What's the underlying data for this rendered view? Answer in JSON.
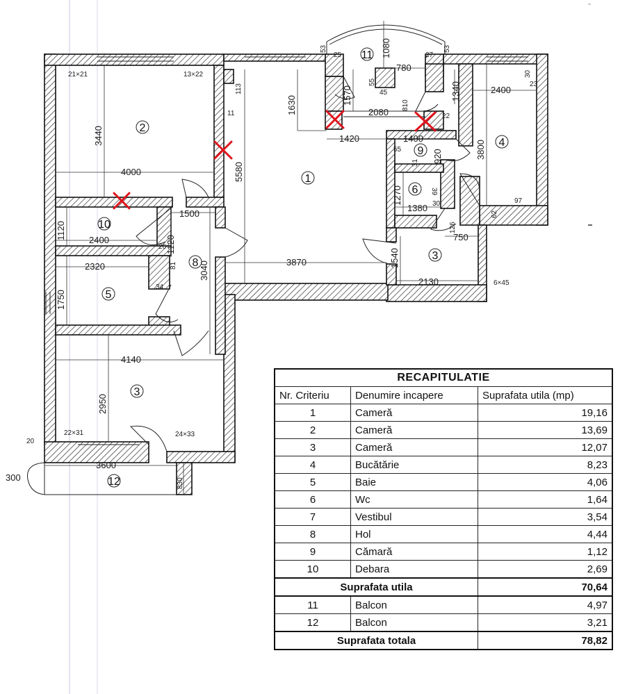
{
  "plan": {
    "rooms": [
      {
        "id": "1",
        "label": "1"
      },
      {
        "id": "2",
        "label": "2"
      },
      {
        "id": "3",
        "label": "3"
      },
      {
        "id": "3b",
        "label": "3"
      },
      {
        "id": "4",
        "label": "4"
      },
      {
        "id": "5",
        "label": "5"
      },
      {
        "id": "6",
        "label": "6"
      },
      {
        "id": "8",
        "label": "8"
      },
      {
        "id": "9",
        "label": "9"
      },
      {
        "id": "10",
        "label": "10"
      },
      {
        "id": "11",
        "label": "11"
      },
      {
        "id": "12",
        "label": "12"
      }
    ],
    "dimensions": {
      "d3440": "3440",
      "d4000": "4000",
      "d21x21": "21×21",
      "d13x22": "13×22",
      "d113": "113",
      "d11": "11",
      "d5580": "5580",
      "d1630": "1630",
      "d1570": "1570",
      "d1080": "1080",
      "d53a": "53",
      "d53b": "53",
      "d25": "25",
      "d27": "27",
      "d780": "780",
      "d55": "55",
      "d45": "45",
      "d2080": "2080",
      "d810": "810",
      "d1340": "1340",
      "d2400a": "2400",
      "d30": "30",
      "d23": "23",
      "d22": "22",
      "d1420": "1420",
      "d1400": "1400",
      "d55b": "55",
      "d31": "31",
      "d920": "920",
      "d3800": "3800",
      "d1270": "1270",
      "d39": "39",
      "d30b": "30",
      "d1380": "1380",
      "d97": "97",
      "d62": "62",
      "d126": "126",
      "d750": "750",
      "d1540": "1540",
      "d2130": "2130",
      "d6x45": "6×45",
      "d1500": "1500",
      "d1120a": "1120",
      "d1120b": "1120",
      "d2400b": "2400",
      "d26": "26",
      "d2320": "2320",
      "d81": "81",
      "d3040": "3040",
      "d3870": "3870",
      "d1750": "1750",
      "d34": "34",
      "d4140": "4140",
      "d2950": "2950",
      "d22x31": "22×31",
      "d24x33": "24×33",
      "d20": "20",
      "d300": "300",
      "d3600": "3600",
      "d830": "830"
    }
  },
  "recap": {
    "title": "RECAPITULATIE",
    "headers": [
      "Nr. Criteriu",
      "Denumire incapere",
      "Suprafata utila (mp)"
    ],
    "rows": [
      [
        "1",
        "Cameră",
        "19,16"
      ],
      [
        "2",
        "Cameră",
        "13,69"
      ],
      [
        "3",
        "Cameră",
        "12,07"
      ],
      [
        "4",
        "Bucătărie",
        "8,23"
      ],
      [
        "5",
        "Baie",
        "4,06"
      ],
      [
        "6",
        "Wc",
        "1,64"
      ],
      [
        "7",
        "Vestibul",
        "3,54"
      ],
      [
        "8",
        "Hol",
        "4,44"
      ],
      [
        "9",
        "Cămară",
        "1,12"
      ],
      [
        "10",
        "Debara",
        "2,69"
      ]
    ],
    "subtotal": {
      "label": "Suprafata utila",
      "value": "70,64"
    },
    "balcony_rows": [
      [
        "11",
        "Balcon",
        "4,97"
      ],
      [
        "12",
        "Balcon",
        "3,21"
      ]
    ],
    "total": {
      "label": "Suprafata totala",
      "value": "78,82"
    }
  },
  "colors": {
    "wall_hatch": "#222222",
    "mark_x": "#e0141c"
  }
}
